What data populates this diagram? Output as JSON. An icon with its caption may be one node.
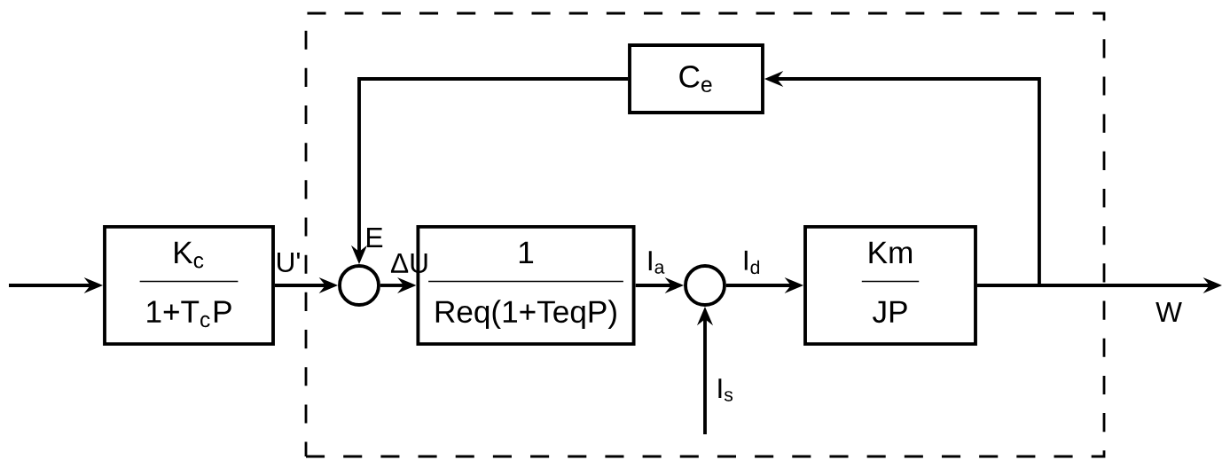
{
  "diagram": {
    "nodes": [
      {
        "text": [],
        "shape": "box"
      },
      {
        "text": [
          "K$_{c}$",
          "1+T$_{c}$P"
        ]
      },
      {
        "text": [],
        "shape": "circle",
        "in": 0
      },
      {
        "text": [
          "1",
          "Req(1+TeqP)"
        ],
        "in": 0
      },
      {
        "text": [],
        "shape": "circle",
        "in": 0
      },
      {
        "text": [
          "Km",
          "JP"
        ],
        "in": 0
      },
      {
        "text": [
          "C$_{e}$"
        ],
        "in": 0
      }
    ],
    "edges": [
      {
        "from": null,
        "to": 1,
        "arrow": "to"
      },
      {
        "from": 1,
        "to": 2,
        "arrow": "to",
        "label": "U'"
      },
      {
        "from": 2,
        "to": 3,
        "arrow": "to",
        "label": "ΔU"
      },
      {
        "from": 3,
        "to": 4,
        "arrow": "to",
        "label": "I$_{a}$"
      },
      {
        "from": 4,
        "to": 5,
        "arrow": "to",
        "label": "I$_{d}$"
      },
      {
        "from": null,
        "to": 4,
        "arrow": "to",
        "label": "I$_{s}$"
      },
      {
        "from": 5,
        "to": null,
        "arrow": "to",
        "label": "W"
      },
      {
        "from": 5,
        "to": 6,
        "arrow": "to"
      },
      {
        "from": 6,
        "to": 2,
        "arrow": "to",
        "label": "E"
      }
    ]
  }
}
